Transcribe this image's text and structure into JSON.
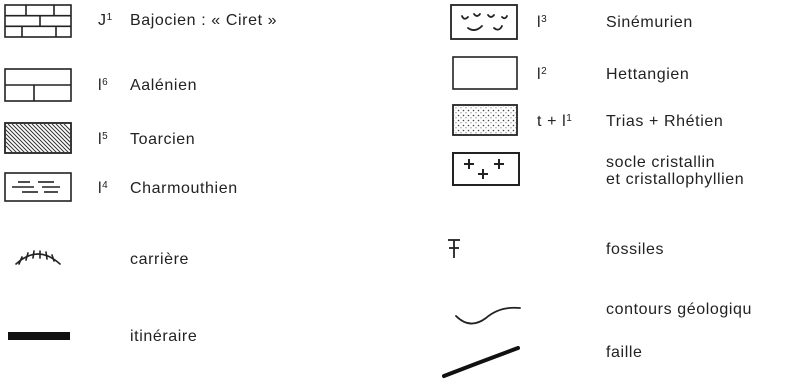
{
  "legend": {
    "left": [
      {
        "code": "J",
        "sup": "1",
        "label": "Bajocien : « Ciret »",
        "symbol": "brick-pattern-icon"
      },
      {
        "code": "l",
        "sup": "6",
        "label": "Aalénien",
        "symbol": "two-course-brick-icon"
      },
      {
        "code": "l",
        "sup": "5",
        "label": "Toarcien",
        "symbol": "hatched-box-icon"
      },
      {
        "code": "l",
        "sup": "4",
        "label": "Charmouthien",
        "symbol": "dashed-layers-icon"
      },
      {
        "code": "",
        "sup": "",
        "label": "carrière",
        "symbol": "quarry-icon"
      },
      {
        "code": "",
        "sup": "",
        "label": "itinéraire",
        "symbol": "route-line-icon"
      }
    ],
    "right": [
      {
        "code": "l",
        "sup": "3",
        "label": "Sinémurien",
        "symbol": "gryphaea-box-icon"
      },
      {
        "code": "l",
        "sup": "2",
        "label": "Hettangien",
        "symbol": "empty-box-icon"
      },
      {
        "code": "t + l",
        "sup": "1",
        "label": "Trias + Rhétien",
        "symbol": "dotted-box-icon"
      },
      {
        "code": "",
        "sup": "",
        "label_line1": "socle cristallin",
        "label_line2": "et cristallophyllien",
        "symbol": "crosses-box-icon"
      },
      {
        "code": "",
        "sup": "",
        "label": "fossiles",
        "symbol": "fossil-icon"
      },
      {
        "code": "",
        "sup": "",
        "label": "contours géologiqu",
        "symbol": "contour-curve-icon"
      },
      {
        "code": "",
        "sup": "",
        "label": "faille",
        "symbol": "fault-line-icon"
      }
    ]
  }
}
